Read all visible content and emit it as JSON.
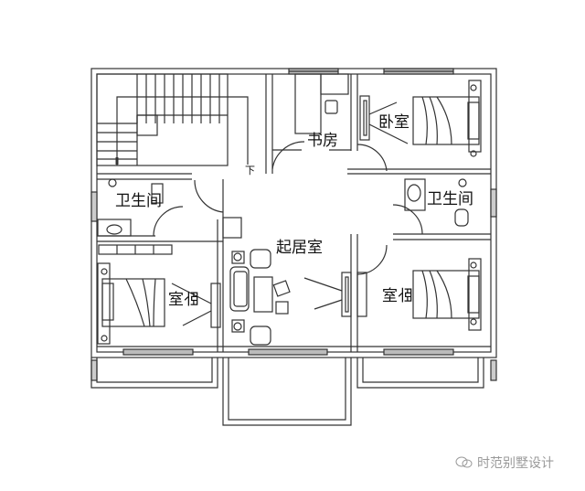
{
  "plan": {
    "type": "floor-plan",
    "rooms": [
      {
        "id": "study",
        "label": "书房"
      },
      {
        "id": "bedroom-top-right",
        "label": "卧室"
      },
      {
        "id": "bathroom-left",
        "label": "卫生间"
      },
      {
        "id": "bathroom-right",
        "label": "卫生间"
      },
      {
        "id": "living-room",
        "label": "起居室"
      },
      {
        "id": "bedroom-bottom-left",
        "label": "卧室",
        "mirrored": true
      },
      {
        "id": "bedroom-bottom-right",
        "label": "卧室",
        "mirrored": true
      }
    ],
    "stair_marker": "下",
    "colors": {
      "line": "#333333",
      "window": "#555555",
      "background": "#ffffff"
    }
  },
  "watermark": {
    "icon": "wechat-icon",
    "text": "时范别墅设计"
  }
}
